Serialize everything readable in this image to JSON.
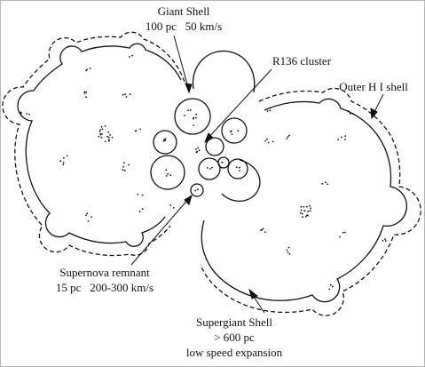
{
  "labels": {
    "giant_shell": {
      "line1": "Giant Shell",
      "line2": "100 pc   50 km/s"
    },
    "r136": {
      "line1": "R136 cluster"
    },
    "outer_hi": {
      "line1": "Outer H I shell"
    },
    "supernova": {
      "line1": "Supernova remnant",
      "line2": "15 pc   200-300 km/s"
    },
    "supergiant": {
      "line1": "Supergiant Shell",
      "line2": "> 600 pc",
      "line3": "low speed expansion"
    }
  },
  "colors": {
    "ink": "#111111",
    "frame": "#b8b8b8"
  }
}
